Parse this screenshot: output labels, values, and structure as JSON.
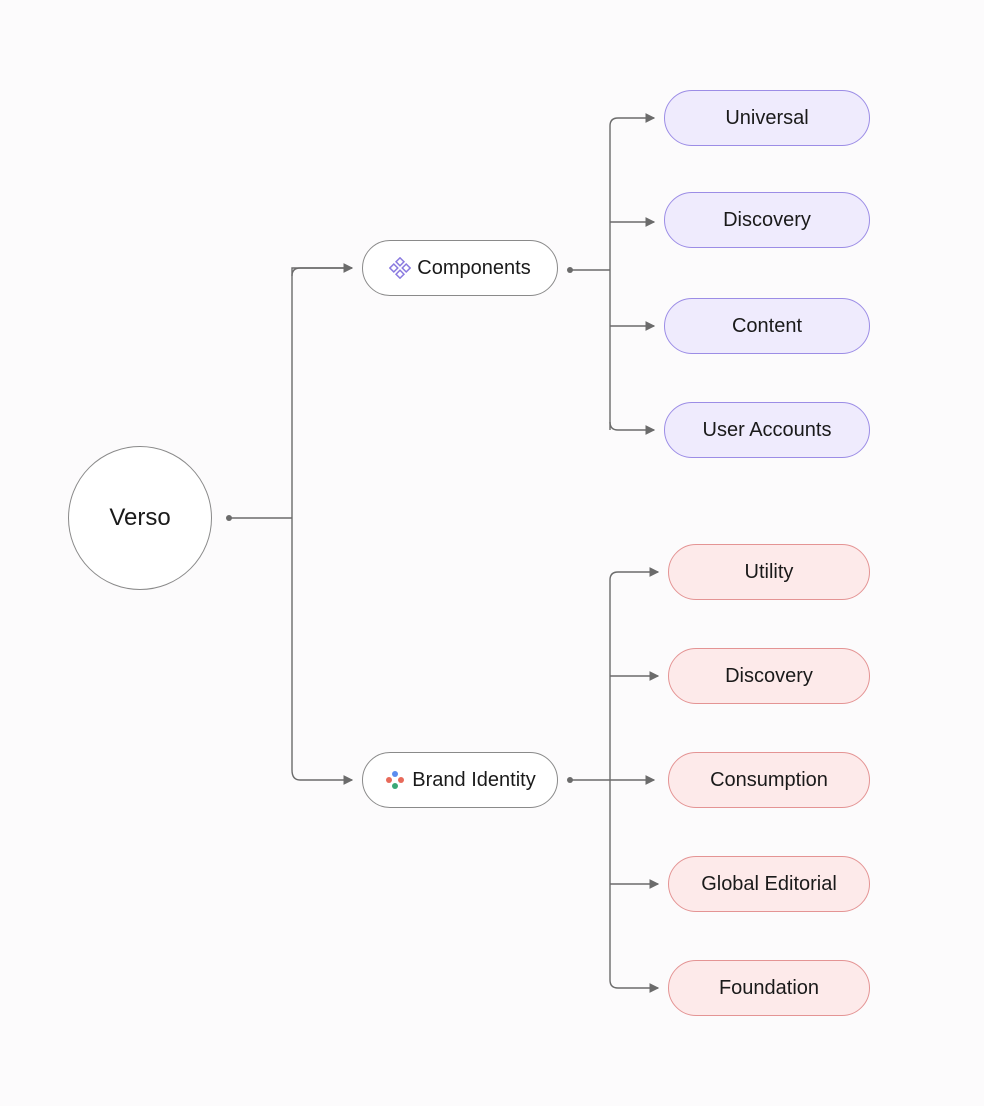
{
  "root": {
    "label": "Verso"
  },
  "branches": [
    {
      "label": "Components",
      "icon": "components-icon",
      "color": "#8b7be0",
      "leaves": [
        "Universal",
        "Discovery",
        "Content",
        "User Accounts"
      ]
    },
    {
      "label": "Brand Identity",
      "icon": "brand-dots-icon",
      "colors": [
        "#5b8def",
        "#e86a5a",
        "#3aa876"
      ],
      "leaves": [
        "Utility",
        "Discovery",
        "Consumption",
        "Global Editorial",
        "Foundation"
      ]
    }
  ],
  "colors": {
    "line": "#6b6b6b",
    "components_fill": "#efebfd",
    "components_border": "#9c8de6",
    "brand_fill": "#fdeaea",
    "brand_border": "#e49494"
  }
}
